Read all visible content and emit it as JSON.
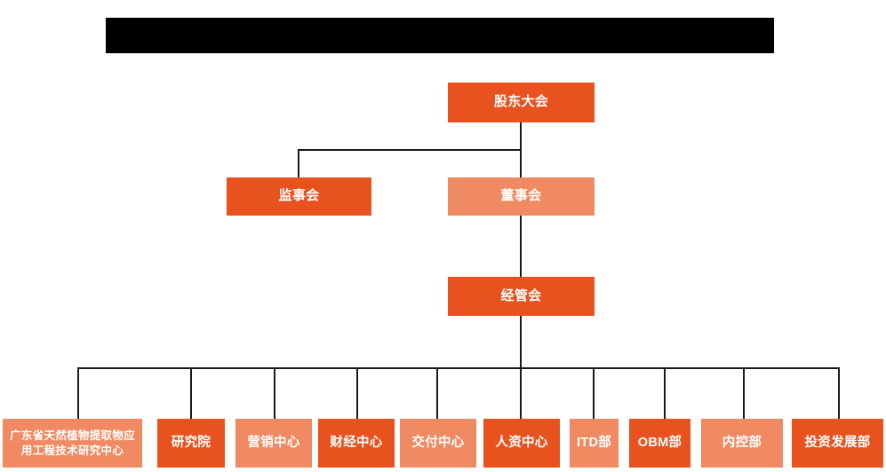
{
  "chart": {
    "type": "org-chart",
    "title_bar": {
      "redacted": true,
      "label": ""
    },
    "colors": {
      "dark_orange": "#E8521E",
      "light_orange": "#EF8A62",
      "connector": "#1a1a1a",
      "text": "#ffffff",
      "background": "#ffffff",
      "redaction": "#000000"
    },
    "levels": [
      {
        "level": 1,
        "nodes": [
          {
            "id": "n1",
            "label": "股东大会",
            "shade": "dark"
          }
        ]
      },
      {
        "level": 2,
        "nodes": [
          {
            "id": "n2",
            "label": "监事会",
            "shade": "dark"
          },
          {
            "id": "n3",
            "label": "董事会",
            "shade": "light"
          }
        ]
      },
      {
        "level": 3,
        "nodes": [
          {
            "id": "n4",
            "label": "经管会",
            "shade": "dark"
          }
        ]
      },
      {
        "level": 4,
        "nodes": [
          {
            "id": "d1",
            "label": "广东省天然植物提取物应\n用工程技术研究中心",
            "shade": "light"
          },
          {
            "id": "d2",
            "label": "研究院",
            "shade": "dark"
          },
          {
            "id": "d3",
            "label": "营销中心",
            "shade": "light"
          },
          {
            "id": "d4",
            "label": "财经中心",
            "shade": "dark"
          },
          {
            "id": "d5",
            "label": "交付中心",
            "shade": "light"
          },
          {
            "id": "d6",
            "label": "人资中心",
            "shade": "dark"
          },
          {
            "id": "d7",
            "label": "ITD部",
            "shade": "light"
          },
          {
            "id": "d8",
            "label": "OBM部",
            "shade": "dark"
          },
          {
            "id": "d9",
            "label": "内控部",
            "shade": "light"
          },
          {
            "id": "d10",
            "label": "投资发展部",
            "shade": "dark"
          }
        ]
      }
    ]
  }
}
